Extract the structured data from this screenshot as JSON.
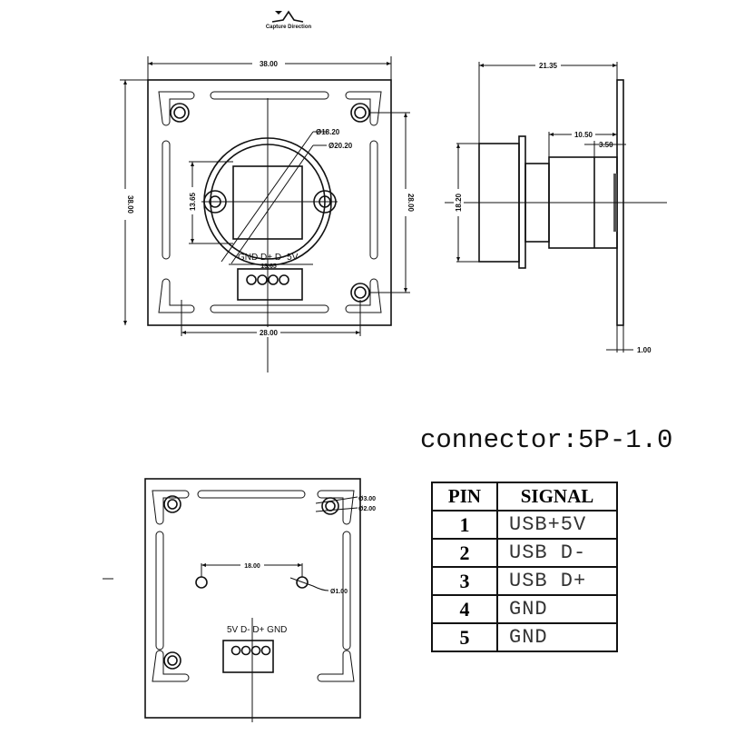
{
  "capture_direction": "Capture Direction",
  "top_view": {
    "width_dim": "38.00",
    "height_dim": "38.00",
    "lens_inner_dia": "Ø18.20",
    "lens_outer_dia": "Ø20.20",
    "lens_height_dim": "13.65",
    "lens_width_dim": "13.65",
    "hole_vertical_dim": "28.00",
    "hole_horizontal_dim": "28.00",
    "pin_labels": "GND  D+ D-  5V"
  },
  "side_view": {
    "total_depth": "21.35",
    "lens_depth": "10.50",
    "step_depth": "3.50",
    "lens_dia": "18.20",
    "board_thickness": "1.00"
  },
  "bottom_view": {
    "hole_outer_dia": "Ø3.00",
    "hole_inner_dia": "Ø2.00",
    "pin_hole_spacing": "18.00",
    "pin_hole_dia": "Ø1.00",
    "pin_labels": "5V  D- D+  GND"
  },
  "connector": {
    "title": "connector:5P-1.0",
    "headers": [
      "PIN",
      "SIGNAL"
    ],
    "rows": [
      {
        "pin": "1",
        "signal": "USB+5V"
      },
      {
        "pin": "2",
        "signal": "USB D-"
      },
      {
        "pin": "3",
        "signal": "USB D+"
      },
      {
        "pin": "4",
        "signal": "GND"
      },
      {
        "pin": "5",
        "signal": "GND"
      }
    ]
  }
}
